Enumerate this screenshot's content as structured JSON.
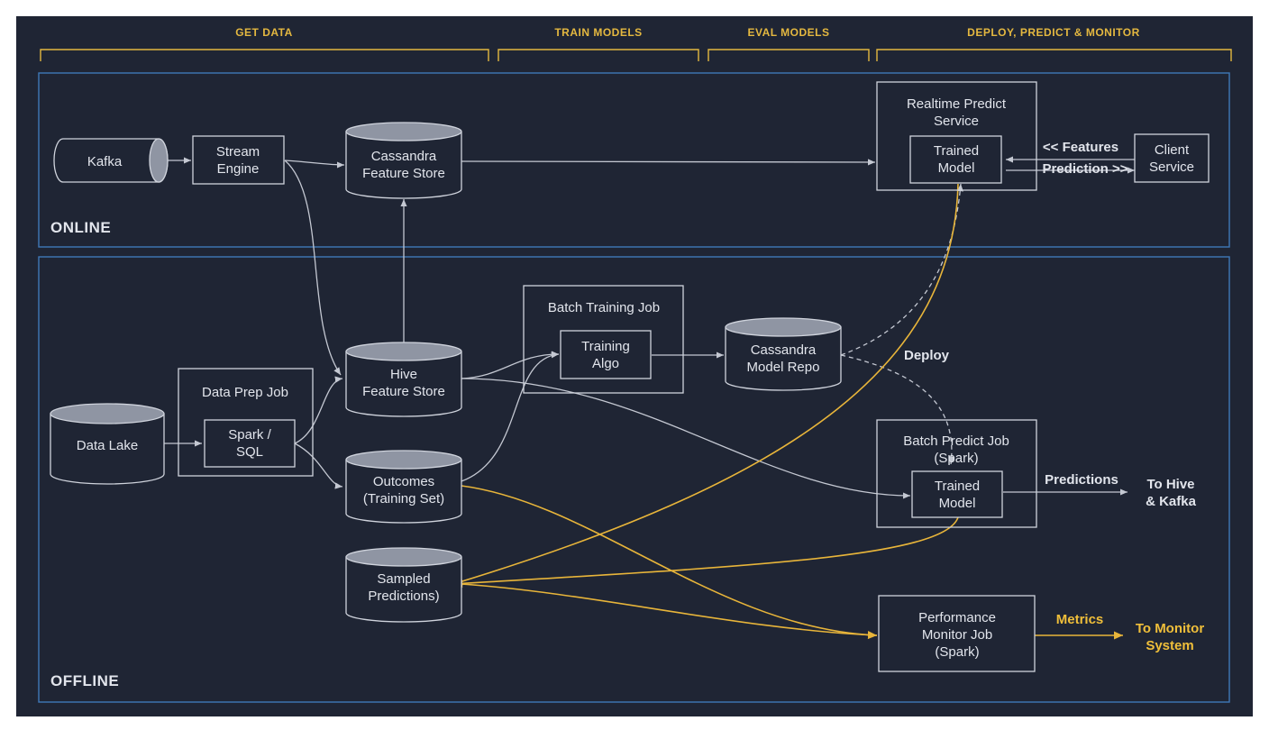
{
  "stages": {
    "get_data": "GET DATA",
    "train_models": "TRAIN MODELS",
    "eval_models": "EVAL MODELS",
    "deploy": "DEPLOY, PREDICT & MONITOR"
  },
  "zones": {
    "online": "ONLINE",
    "offline": "OFFLINE"
  },
  "nodes": {
    "kafka": "Kafka",
    "stream_engine": [
      "Stream",
      "Engine"
    ],
    "cassandra_feature_store": [
      "Cassandra",
      "Feature Store"
    ],
    "realtime_predict_service": [
      "Realtime Predict",
      "Service"
    ],
    "online_trained_model": [
      "Trained",
      "Model"
    ],
    "client_service": [
      "Client",
      "Service"
    ],
    "data_lake": "Data Lake",
    "data_prep_job": "Data Prep Job",
    "spark_sql": [
      "Spark /",
      "SQL"
    ],
    "hive_feature_store": [
      "Hive",
      "Feature Store"
    ],
    "outcomes": [
      "Outcomes",
      "(Training Set)"
    ],
    "sampled_predictions": [
      "Sampled",
      "Predictions)"
    ],
    "batch_training_job": "Batch Training Job",
    "training_algo": [
      "Training",
      "Algo"
    ],
    "cassandra_model_repo": [
      "Cassandra",
      "Model Repo"
    ],
    "batch_predict_job": [
      "Batch Predict Job",
      "(Spark)"
    ],
    "batch_trained_model": [
      "Trained",
      "Model"
    ],
    "performance_monitor_job": [
      "Performance",
      "Monitor Job",
      "(Spark)"
    ]
  },
  "edge_labels": {
    "features": "<< Features",
    "prediction": "Prediction >>",
    "deploy": "Deploy",
    "predictions": "Predictions",
    "to_hive_kafka": [
      "To Hive",
      "& Kafka"
    ],
    "metrics": "Metrics",
    "to_monitor_system": [
      "To Monitor",
      "System"
    ]
  },
  "colors": {
    "background": "#1f2534",
    "panel_border": "#3f78b8",
    "accent": "#f0bf3a"
  }
}
